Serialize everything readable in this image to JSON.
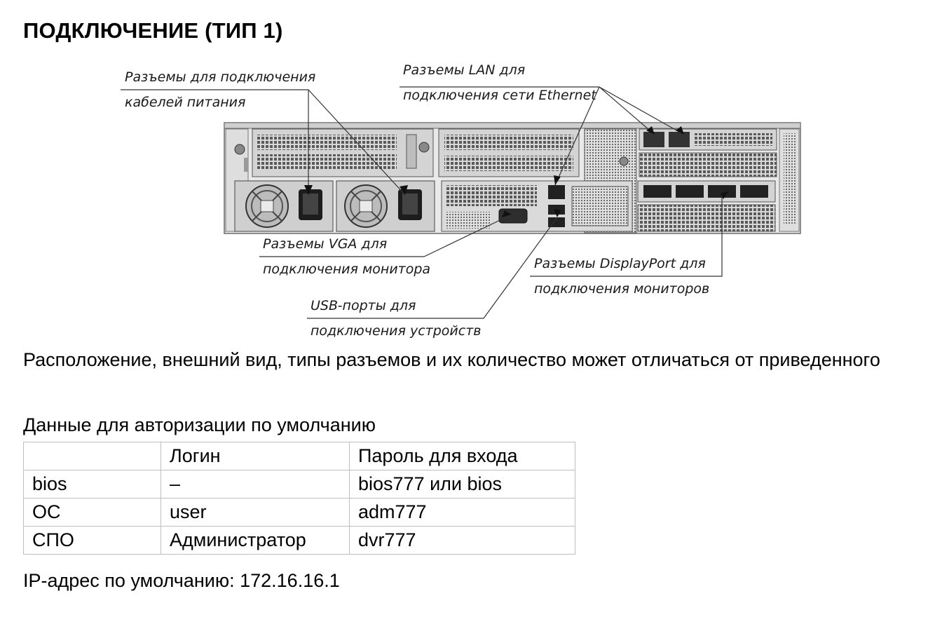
{
  "page": {
    "title": "ПОДКЛЮЧЕНИЕ (ТИП 1)",
    "figure": {
      "callouts": {
        "power": [
          "Разъемы для подключения",
          "кабелей питания"
        ],
        "lan": [
          "Разъемы LAN для",
          "подключения сети Ethernet"
        ],
        "vga": [
          "Разъемы VGA для",
          "подключения монитора"
        ],
        "displayport": [
          "Разъемы DisplayPort для",
          "подключения мониторов"
        ],
        "usb": [
          "USB-порты для",
          "подключения устройств"
        ]
      }
    },
    "note": "Расположение, внешний вид, типы разъемов и их количество может отличаться от приведенного",
    "auth": {
      "caption": "Данные для авторизации по умолчанию",
      "headers": [
        "",
        "Логин",
        "Пароль для входа"
      ],
      "rows": [
        [
          "bios",
          "–",
          "bios777 или bios"
        ],
        [
          "ОС",
          "user",
          "adm777"
        ],
        [
          "СПО",
          "Администратор",
          "dvr777"
        ]
      ]
    },
    "ip": "IP-адрес по умолчанию: 172.16.16.1"
  }
}
